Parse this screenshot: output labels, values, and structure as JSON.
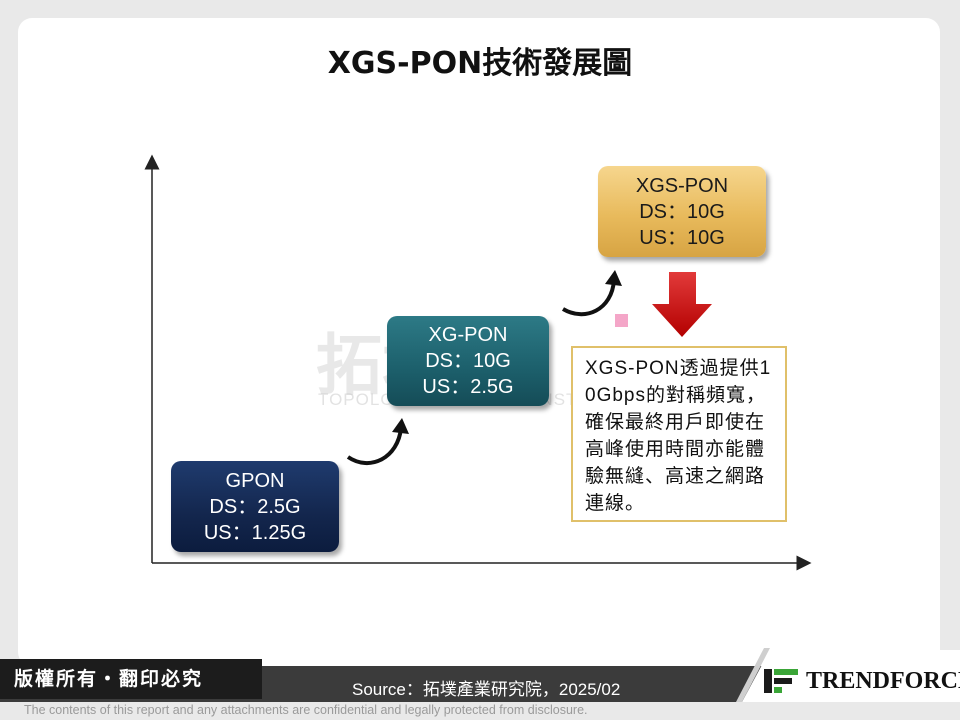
{
  "title": "XGS-PON技術發展圖",
  "stages": [
    {
      "name": "GPON",
      "ds": "DS：2.5G",
      "us": "US：1.25G",
      "color": "#13264d"
    },
    {
      "name": "XG-PON",
      "ds": "DS：10G",
      "us": "US：2.5G",
      "color": "#1c5f6b"
    },
    {
      "name": "XGS-PON",
      "ds": "DS：10G",
      "us": "US：10G",
      "color": "#e8ba5c"
    }
  ],
  "description": "XGS-PON透過提供10Gbps的對稱頻寬，確保最終用戶即使在高峰使用時間亦能體驗無縫、高速之網路連線。",
  "watermark": {
    "main": "拓墣IT",
    "sub": "TOPOLOGY RESEARCH INSTITUTE"
  },
  "footer": {
    "rights": "版權所有・翻印必究",
    "source": "Source：拓墣產業研究院，2025/02",
    "logo": "TRENDFORCE",
    "disclaimer": "The contents of this report and any attachments are confidential and legally protected from disclosure."
  },
  "colors": {
    "arrow_down": "#d40000",
    "desc_border": "#e0c06a"
  },
  "icons": [
    "curved-arrow-icon",
    "down-arrow-icon",
    "trendforce-logo-icon"
  ]
}
